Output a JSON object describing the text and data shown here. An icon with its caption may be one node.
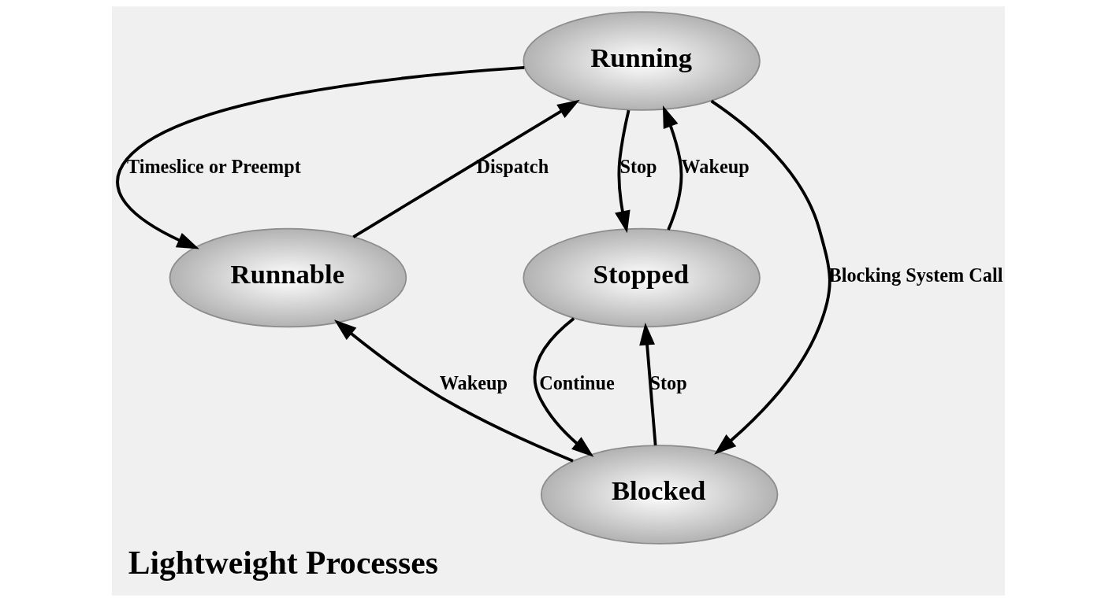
{
  "diagram": {
    "title": "Lightweight Processes",
    "nodes": [
      {
        "text": [
          "Running"
        ]
      },
      {
        "text": [
          "Runnable"
        ]
      },
      {
        "text": [
          "Stopped"
        ]
      },
      {
        "text": [
          "Blocked"
        ]
      }
    ],
    "edges": [
      {
        "from": 0,
        "to": 1,
        "arrow": "to",
        "label": "Timeslice or Preempt"
      },
      {
        "from": 1,
        "to": 0,
        "arrow": "to",
        "label": "Dispatch"
      },
      {
        "from": 0,
        "to": 2,
        "arrow": "to",
        "label": "Stop"
      },
      {
        "from": 2,
        "to": 0,
        "arrow": "to",
        "label": "Wakeup"
      },
      {
        "from": 0,
        "to": 3,
        "arrow": "to",
        "label": "Blocking System Call"
      },
      {
        "from": 3,
        "to": 1,
        "arrow": "to",
        "label": "Wakeup"
      },
      {
        "from": 2,
        "to": 3,
        "arrow": "to",
        "label": "Continue"
      },
      {
        "from": 3,
        "to": 2,
        "arrow": "to",
        "label": "Stop"
      }
    ]
  }
}
